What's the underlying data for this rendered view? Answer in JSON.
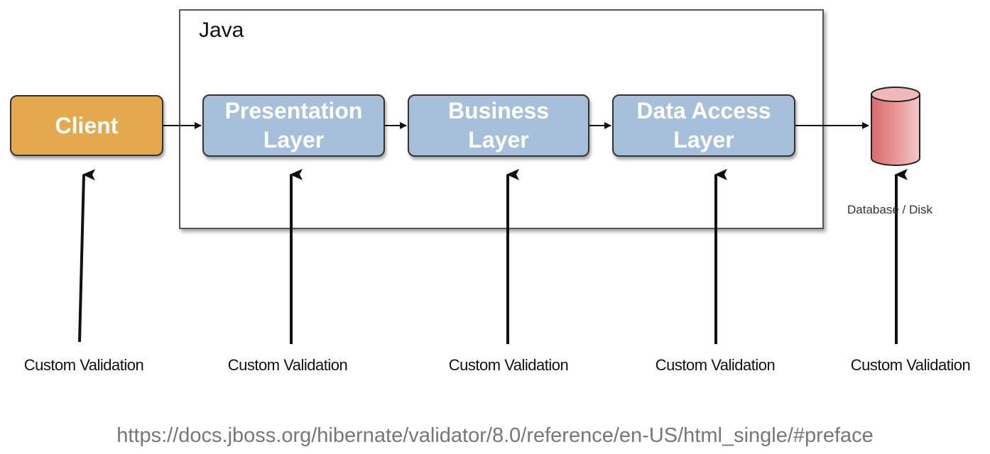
{
  "diagram": {
    "container_title": "Java",
    "client_label": "Client",
    "layers": [
      {
        "label": "Presentation\nLayer"
      },
      {
        "label": "Business\nLayer"
      },
      {
        "label": "Data Access\nLayer"
      }
    ],
    "database_label": "Database / Disk",
    "validation_labels": [
      "Custom Validation",
      "Custom Validation",
      "Custom Validation",
      "Custom Validation",
      "Custom Validation"
    ],
    "colors": {
      "client_fill": "#e4a94c",
      "layer_fill": "#a6bfdb",
      "database_fill": "#e07a7a"
    }
  },
  "footer": {
    "url": "https://docs.jboss.org/hibernate/validator/8.0/reference/en-US/html_single/#preface"
  }
}
